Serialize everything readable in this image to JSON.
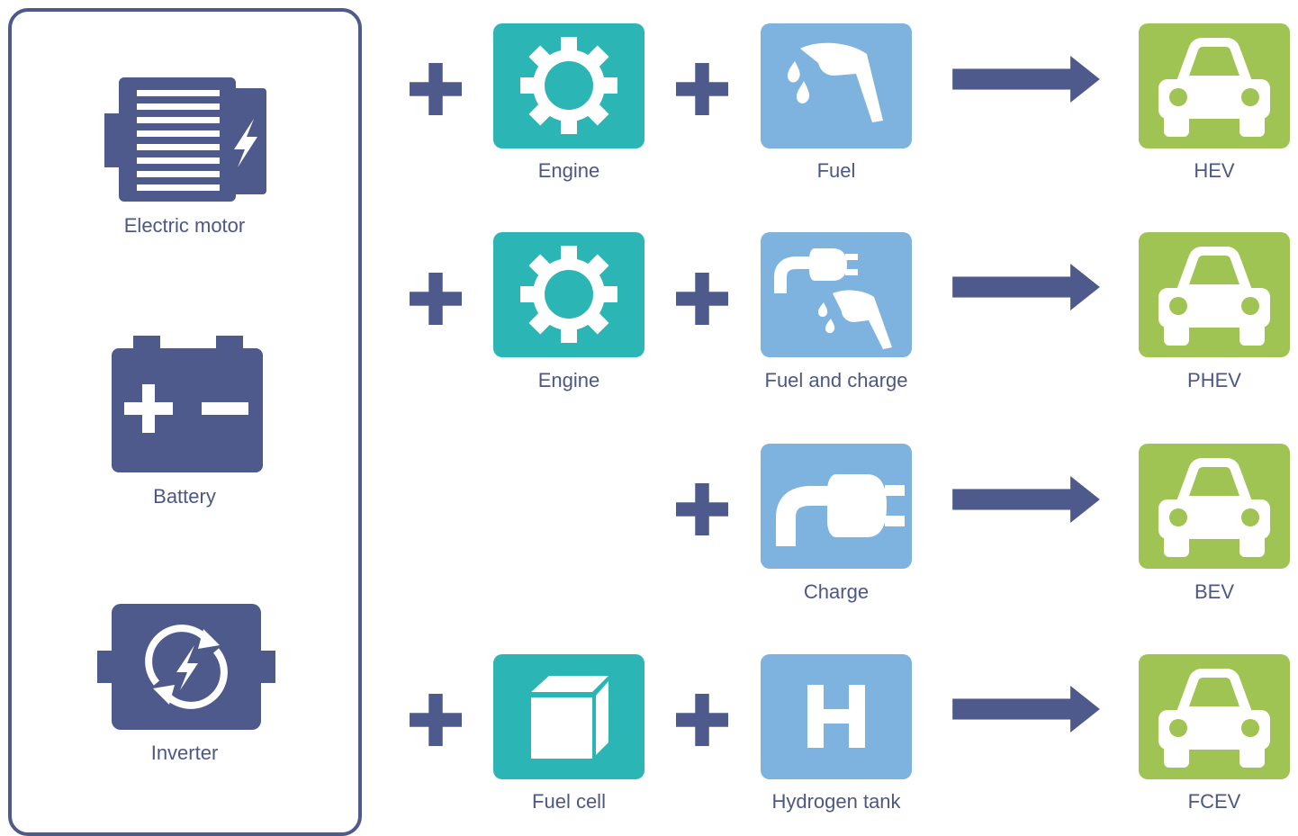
{
  "components": {
    "electric_motor": "Electric motor",
    "battery": "Battery",
    "inverter": "Inverter"
  },
  "rows": [
    {
      "source": "Engine",
      "energy": "Fuel",
      "result": "HEV"
    },
    {
      "source": "Engine",
      "energy": "Fuel and charge",
      "result": "PHEV"
    },
    {
      "source": "",
      "energy": "Charge",
      "result": "BEV"
    },
    {
      "source": "Fuel cell",
      "energy": "Hydrogen tank",
      "result": "FCEV"
    }
  ],
  "colors": {
    "navy": "#4e5a8b",
    "teal": "#2bb5b5",
    "light_blue": "#7eb3e0",
    "green": "#a0c454"
  }
}
